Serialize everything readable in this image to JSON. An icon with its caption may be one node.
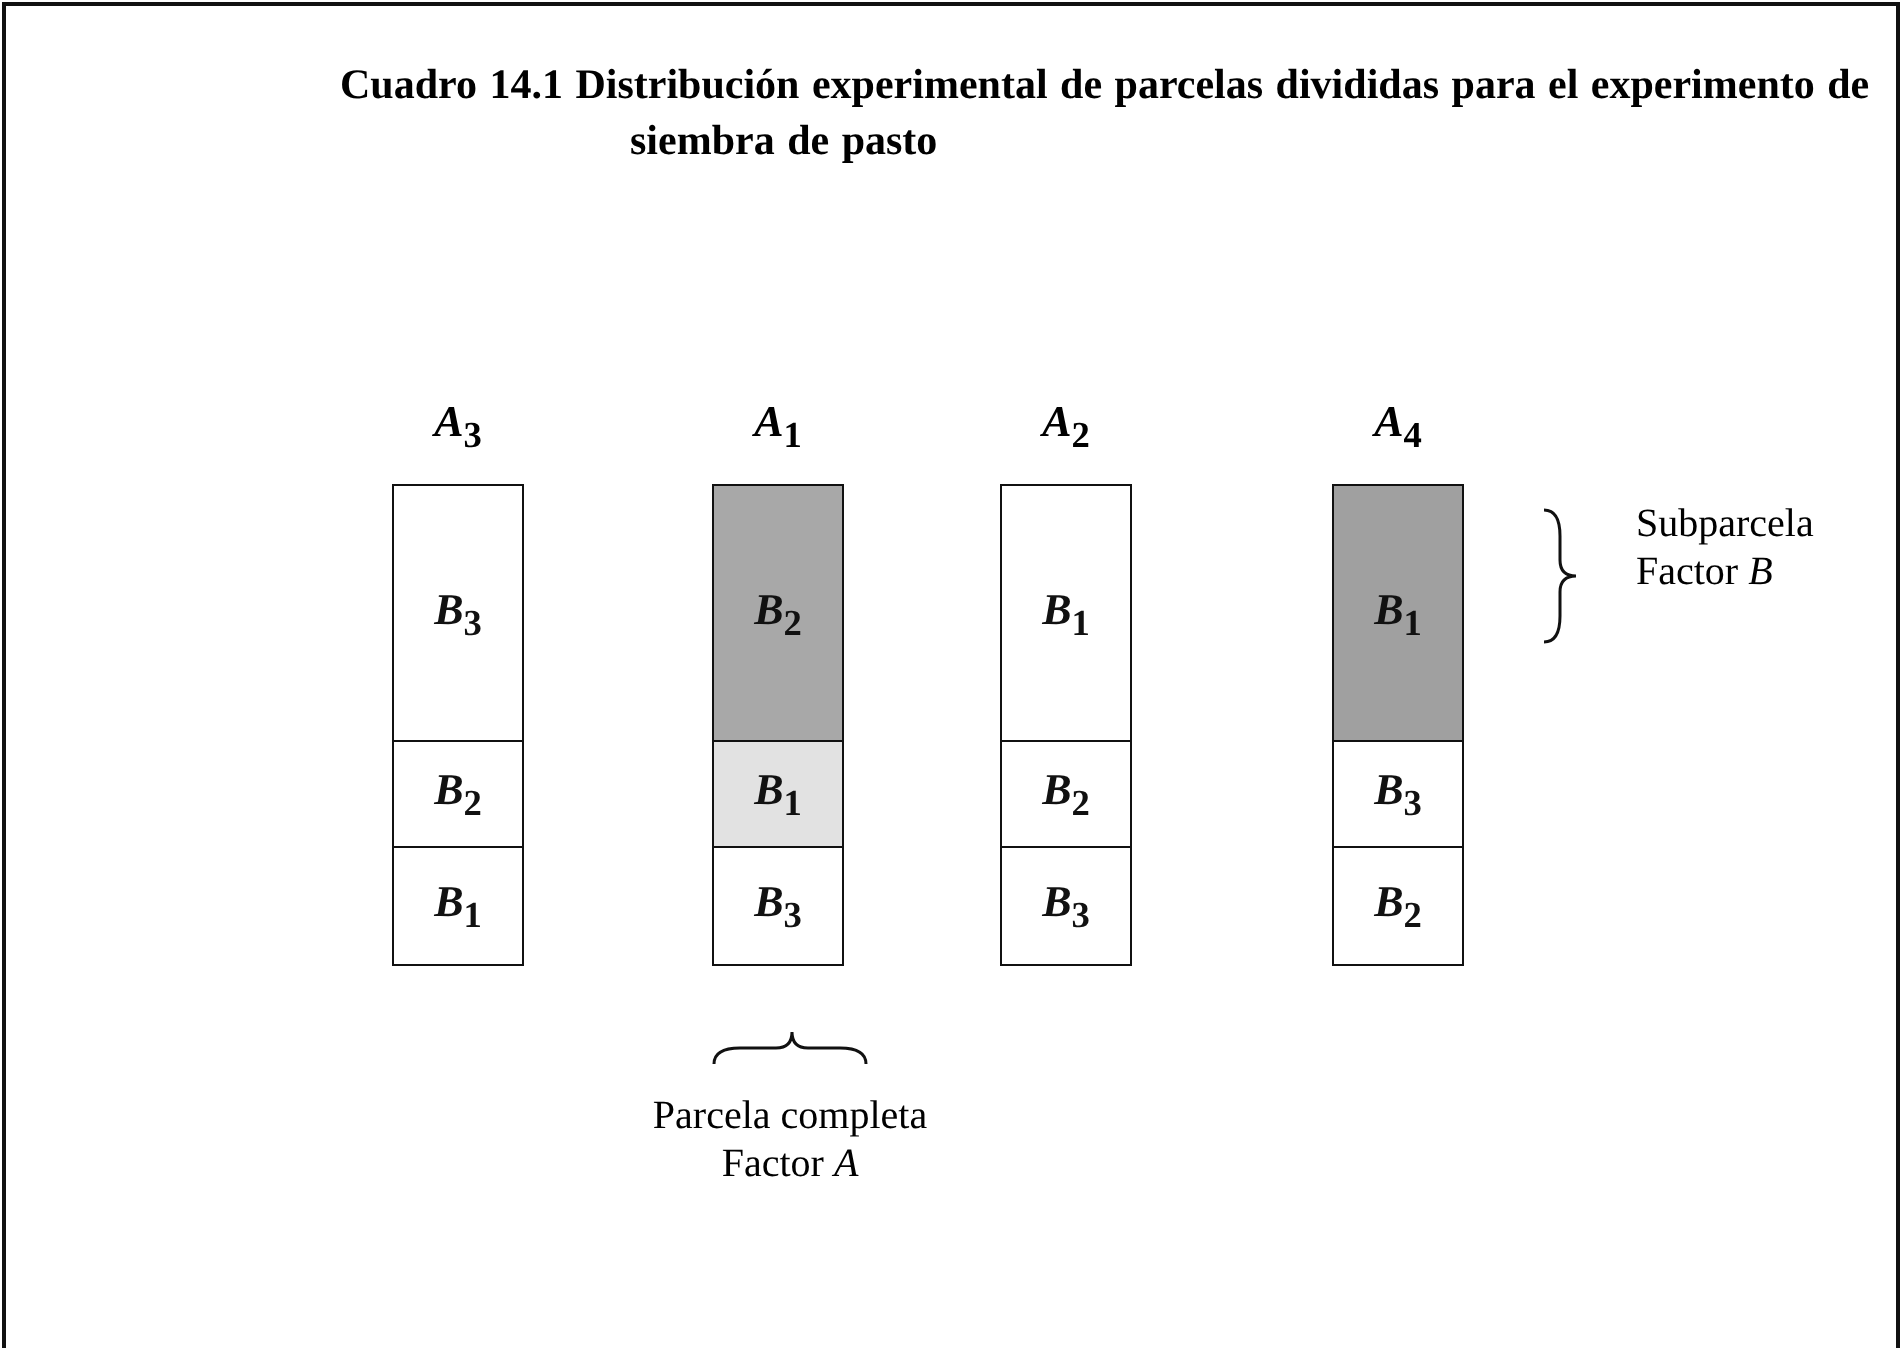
{
  "diagram": {
    "title": "Cuadro 14.1 Distribución experimental de parcelas divididas para el experimento de siembra de pasto",
    "nodes": [
      {
        "text": [
          "*A*$_{3}$"
        ]
      },
      {
        "text": [
          "*B*$_{3}$"
        ],
        "in": 0
      },
      {
        "text": [
          "*B*$_{2}$"
        ],
        "in": 0
      },
      {
        "text": [
          "*B*$_{1}$"
        ],
        "in": 0
      },
      {
        "text": [
          "*A*$_{1}$"
        ]
      },
      {
        "text": [
          "*B*$_{2}$"
        ],
        "in": 4
      },
      {
        "text": [
          "*B*$_{1}$"
        ],
        "in": 4
      },
      {
        "text": [
          "*B*$_{3}$"
        ],
        "in": 4
      },
      {
        "text": [
          "*A*$_{2}$"
        ]
      },
      {
        "text": [
          "*B*$_{1}$"
        ],
        "in": 8
      },
      {
        "text": [
          "*B*$_{2}$"
        ],
        "in": 8
      },
      {
        "text": [
          "*B*$_{3}$"
        ],
        "in": 8
      },
      {
        "text": [
          "*A*$_{4}$"
        ]
      },
      {
        "text": [
          "*B*$_{1}$"
        ],
        "in": 12
      },
      {
        "text": [
          "*B*$_{3}$"
        ],
        "in": 12
      },
      {
        "text": [
          "*B*$_{2}$"
        ],
        "in": 12
      }
    ],
    "labels": [
      "Subparcela Factor *B*",
      "Parcela completa Factor *A*"
    ]
  }
}
